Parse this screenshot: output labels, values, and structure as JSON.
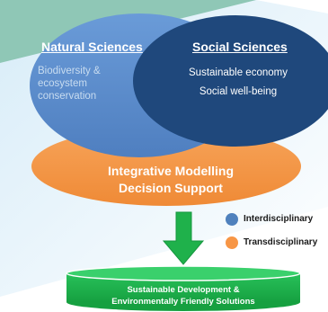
{
  "natural_sciences": {
    "heading": "Natural Sciences",
    "items": [
      "Biodiversity &",
      "ecosystem",
      "conservation"
    ]
  },
  "social_sciences": {
    "heading": "Social Sciences",
    "items": [
      "Sustainable economy",
      "Social well-being"
    ]
  },
  "integration": {
    "lines": [
      "Integrative Modelling",
      "Decision Support"
    ]
  },
  "legend": [
    {
      "label": "Interdisciplinary",
      "color": "#4f81bd"
    },
    {
      "label": "Transdisciplinary",
      "color": "#f79646"
    }
  ],
  "outcome": {
    "lines": [
      "Sustainable Development &",
      "Environmentally Friendly Solutions"
    ]
  },
  "colors": {
    "natural": "#5d8fd0",
    "social": "#1f487c",
    "orange": "#f59a4a",
    "green": "#1fb14b",
    "background_teal": "#8fc7b6",
    "background_light": "#cfe6f4"
  }
}
